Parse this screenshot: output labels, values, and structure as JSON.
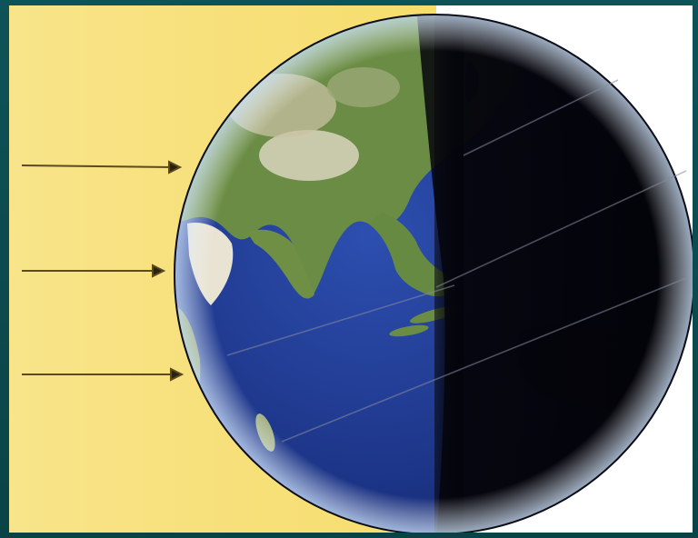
{
  "diagram": {
    "sunlight_color": "#f8e27a",
    "background_color": "#ffffff",
    "frame_color": "#0e5358",
    "ocean_color": "#1d3a8f",
    "land_color": "#6f8f47",
    "night_color": "#05050c",
    "icons": [
      "sun-ray-arrow",
      "earth-globe",
      "night-side",
      "latitude-line"
    ]
  }
}
